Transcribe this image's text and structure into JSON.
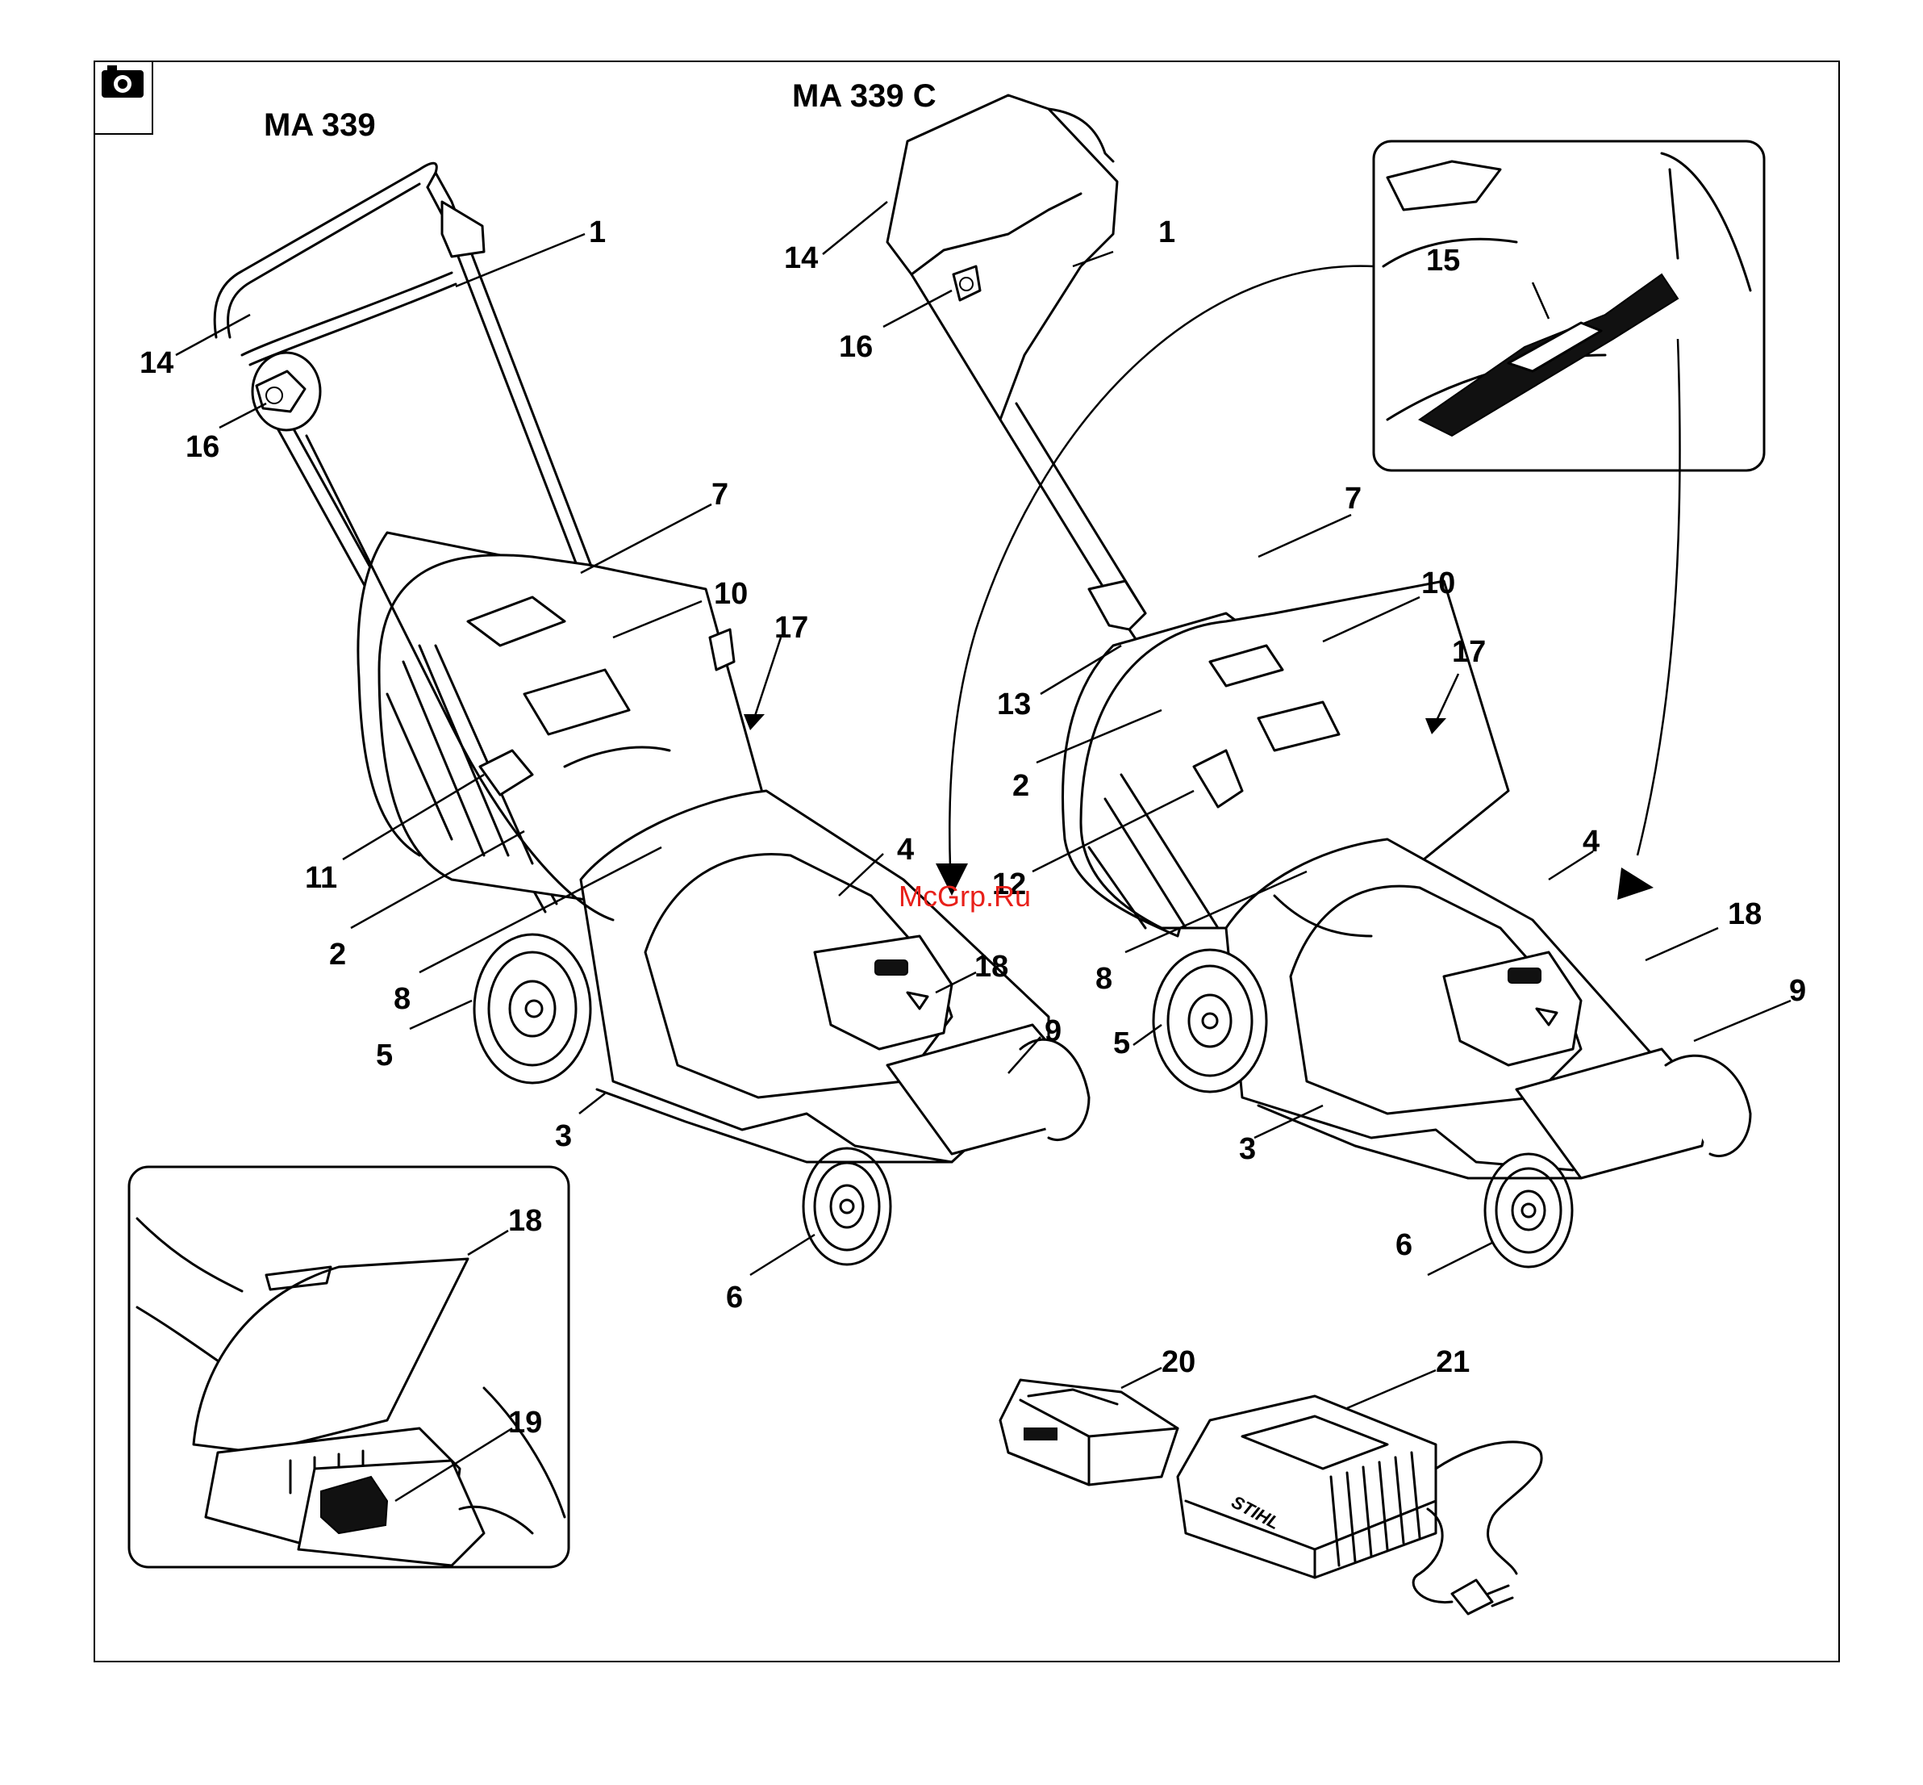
{
  "titles": {
    "left_model": "MA 339",
    "right_model": "MA 339 C"
  },
  "watermark": "McGrp.Ru",
  "charger_brand": "STIHL",
  "icons": {
    "corner": "camera-icon"
  },
  "labels": {
    "left": [
      "1",
      "14",
      "16",
      "7",
      "10",
      "17",
      "11",
      "2",
      "8",
      "4",
      "18",
      "5",
      "9",
      "3",
      "6"
    ],
    "right": [
      "1",
      "14",
      "16",
      "15",
      "7",
      "10",
      "17",
      "13",
      "2",
      "12",
      "4",
      "8",
      "18",
      "9",
      "5",
      "3",
      "6"
    ],
    "inset_battery": [
      "18",
      "19"
    ],
    "accessories": [
      "20",
      "21"
    ]
  }
}
